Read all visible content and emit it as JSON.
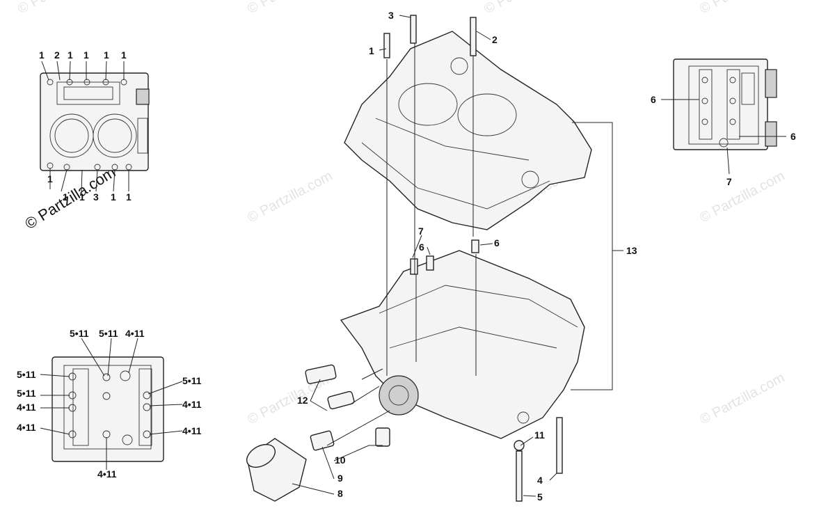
{
  "watermarks": {
    "main": "© Partzilla.com",
    "faint": "© Partzilla.com"
  },
  "view_top": {
    "callouts_top": [
      "1",
      "2",
      "1",
      "1",
      "1",
      "1"
    ],
    "callouts_bottom": [
      "1",
      "1",
      "1",
      "3",
      "1",
      "1"
    ]
  },
  "view_right": {
    "callouts": [
      "6",
      "6",
      "7"
    ]
  },
  "view_bottom": {
    "callouts": [
      "5•11",
      "5•11",
      "4•11",
      "5•11",
      "5•11",
      "5•11",
      "4•11",
      "4•11",
      "4•11",
      "4•11",
      "4•11"
    ]
  },
  "main_view": {
    "callouts": [
      "3",
      "2",
      "1",
      "7",
      "6",
      "6",
      "13",
      "12",
      "10",
      "9",
      "8",
      "11",
      "4",
      "5"
    ]
  },
  "colors": {
    "line": "#222222",
    "fill": "#f4f4f4",
    "watermark": "#e3e3e3"
  }
}
